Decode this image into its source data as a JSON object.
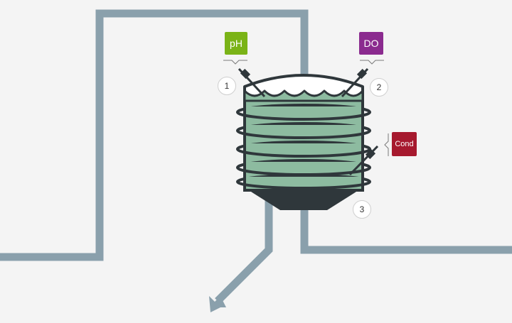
{
  "colors": {
    "background": "#f4f4f4",
    "pipe": "#8aa0ac",
    "tank_outline": "#2f373b",
    "liquid": "#8dbba0",
    "headspace": "#ffffff",
    "ph_tag": "#7ab317",
    "do_tag": "#8b2b8f",
    "cond_tag": "#a6192e"
  },
  "sensors": [
    {
      "id": "ph",
      "label": "pH",
      "number": "1",
      "icon": "probe-icon"
    },
    {
      "id": "do",
      "label": "DO",
      "number": "2",
      "icon": "probe-icon"
    },
    {
      "id": "cond",
      "label": "Cond",
      "number": "3",
      "icon": "probe-icon"
    }
  ],
  "icons": {
    "outlet_arrow": "arrow-down-left-icon",
    "heating_coil": "coil-icon"
  }
}
